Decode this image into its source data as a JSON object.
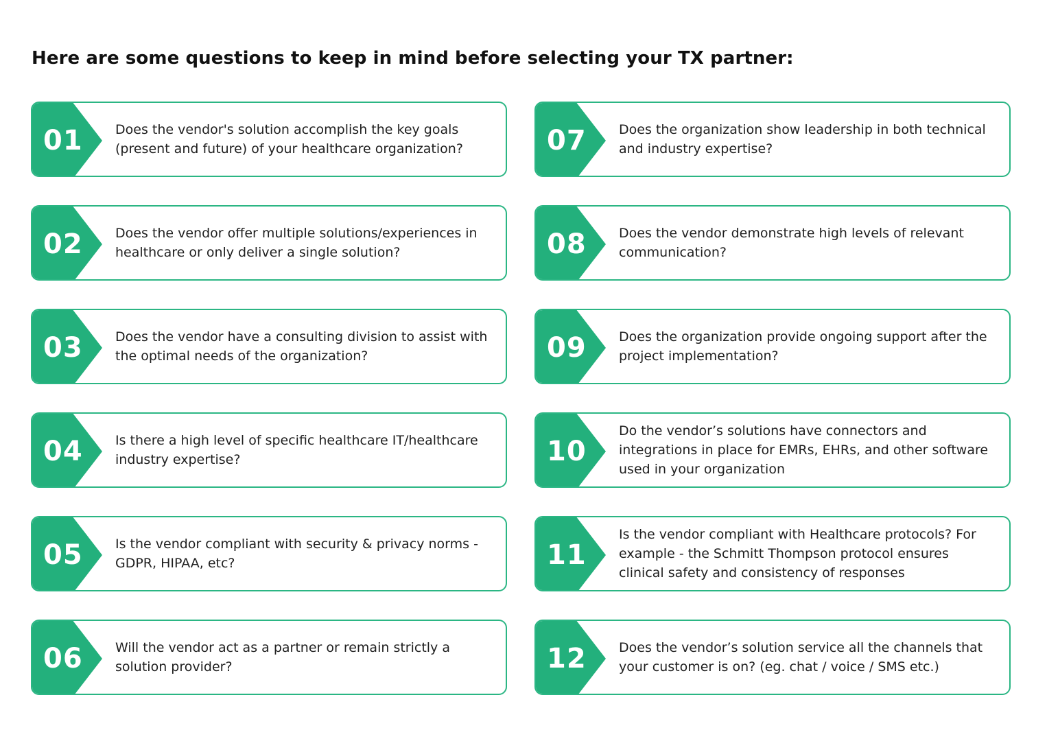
{
  "heading": "Here are some questions to keep in mind before selecting your TX partner:",
  "colors": {
    "accent": "#23b07c",
    "border": "#2bb684",
    "text": "#1f1f1f"
  },
  "questions": [
    {
      "number": "01",
      "text": "Does the vendor's solution accomplish the key goals (present and future) of your healthcare organization?"
    },
    {
      "number": "02",
      "text": "Does the vendor offer multiple solutions/experiences in healthcare or only deliver a single solution?"
    },
    {
      "number": "03",
      "text": "Does the vendor have a consulting division to assist with the optimal needs of the organization?"
    },
    {
      "number": "04",
      "text": "Is there a high level of specific healthcare IT/healthcare industry expertise?"
    },
    {
      "number": "05",
      "text": "Is the vendor compliant with security & privacy norms - GDPR, HIPAA, etc?"
    },
    {
      "number": "06",
      "text": "Will the vendor act as a partner or remain strictly a solution provider?"
    },
    {
      "number": "07",
      "text": "Does the organization show leadership in both technical and industry expertise?"
    },
    {
      "number": "08",
      "text": "Does the vendor demonstrate high levels of relevant communication?"
    },
    {
      "number": "09",
      "text": "Does the organization provide ongoing support after the project implementation?"
    },
    {
      "number": "10",
      "text": "Do the vendor’s solutions have connectors and integrations in place for EMRs, EHRs, and other software used in your organization"
    },
    {
      "number": "11",
      "text": "Is the vendor compliant with Healthcare protocols? For example - the Schmitt Thompson protocol ensures clinical safety and consistency of responses"
    },
    {
      "number": "12",
      "text": "Does the vendor’s solution service all the channels that your customer is on?  (eg. chat / voice / SMS etc.)"
    }
  ]
}
